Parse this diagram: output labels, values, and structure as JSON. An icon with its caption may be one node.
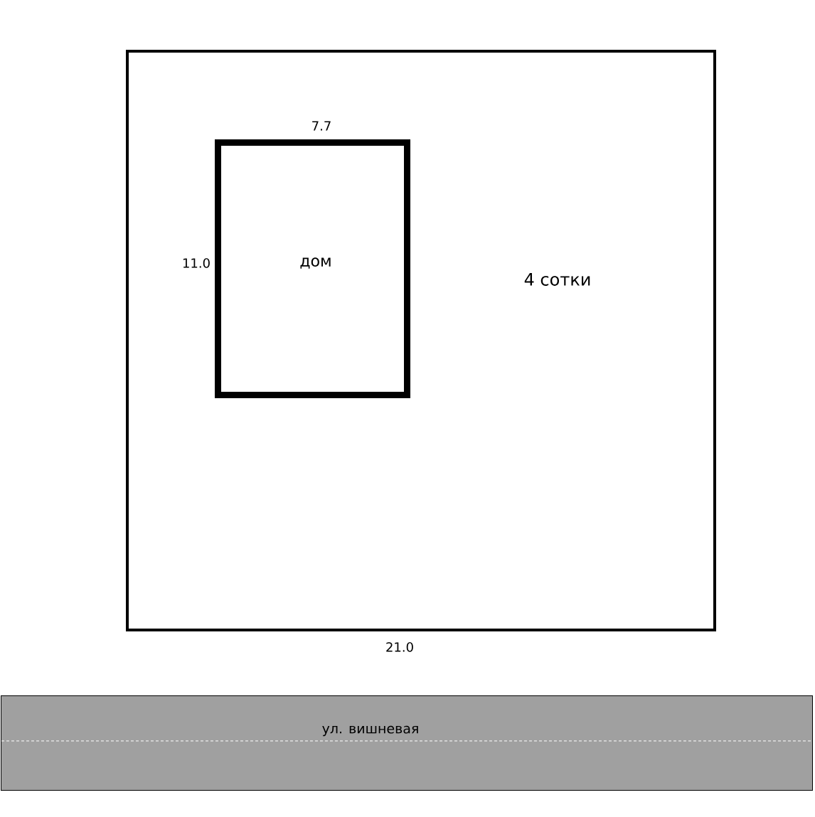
{
  "diagram": {
    "nodes": [
      {
        "text": [
          "4 сотки"
        ]
      },
      {
        "text": [
          "дом"
        ],
        "in": 0
      },
      {
        "text": [
          "ул. вишневая"
        ]
      }
    ],
    "labels": [
      "7.7",
      "11.0",
      "21.0"
    ]
  }
}
